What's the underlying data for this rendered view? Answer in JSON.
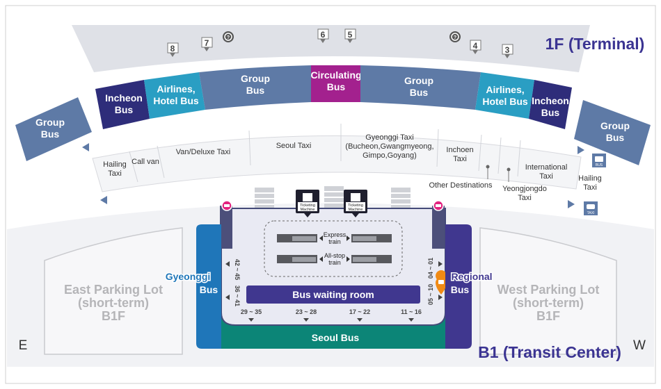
{
  "titles": {
    "terminal": "1F (Terminal)",
    "transit": "B1 (Transit Center)"
  },
  "compass": {
    "east": "E",
    "west": "W"
  },
  "gates": [
    "8",
    "7",
    "6",
    "5",
    "4",
    "3"
  ],
  "top_zones": {
    "group_left": [
      "Group",
      "Bus"
    ],
    "incheon_left": [
      "Incheon",
      "Bus"
    ],
    "airlines_left": [
      "Airlines,",
      "Hotel Bus"
    ],
    "group_mid_left": [
      "Group",
      "Bus"
    ],
    "circulating": [
      "Circulating",
      "Bus"
    ],
    "group_mid_right": [
      "Group",
      "Bus"
    ],
    "airlines_right": [
      "Airlines,",
      "Hotel Bus"
    ],
    "incheon_right": [
      "Incheon",
      "Bus"
    ],
    "group_right": [
      "Group",
      "Bus"
    ]
  },
  "taxi_lane": {
    "hailing_left": [
      "Hailing",
      "Taxi"
    ],
    "call_van": "Call van",
    "van_deluxe": "Van/Deluxe Taxi",
    "seoul": "Seoul Taxi",
    "gyeonggi": [
      "Gyeonggi Taxi",
      "(Bucheon,Gwangmyeong,",
      "Gimpo,Goyang)"
    ],
    "incheon": [
      "Inchoen",
      "Taxi"
    ],
    "other": "Other Destinations",
    "yeongjongdo": [
      "Yeongjongdo",
      "Taxi"
    ],
    "international": [
      "International",
      "Taxi"
    ],
    "hailing_right": [
      "Hailing",
      "Taxi"
    ]
  },
  "icons": {
    "bus_sign": "BUS",
    "taxi_sign": "TAXI"
  },
  "transit_center": {
    "ticketing": [
      "Ticketing",
      "Machine"
    ],
    "express": [
      "Express",
      "train"
    ],
    "allstop": [
      "All-stop",
      "train"
    ],
    "waiting_room": "Bus waiting room",
    "gyeonggi_bus": [
      "Gyeonggi",
      "Bus"
    ],
    "regional_bus": [
      "Regional",
      "Bus"
    ],
    "seoul_bus": "Seoul Bus",
    "stops_left": [
      "42 ~ 45",
      "36 ~ 41"
    ],
    "stops_right": [
      "04 ~ 01",
      "05 ~ 10"
    ],
    "stops_bottom": [
      "29 ~ 35",
      "23 ~ 28",
      "17 ~ 22",
      "11 ~ 16"
    ]
  },
  "parking": {
    "east": [
      "East Parking Lot",
      "(short-term)",
      "B1F"
    ],
    "west": [
      "West Parking Lot",
      "(short-term)",
      "B1F"
    ]
  },
  "colors": {
    "navy": "#2e2d7a",
    "teal": "#2a9ec3",
    "slate": "#5e7aa6",
    "magenta": "#a3218e",
    "blue": "#1f76b9",
    "indigo": "#40378f",
    "green": "#0c8577",
    "accent_title": "#3b3492"
  }
}
